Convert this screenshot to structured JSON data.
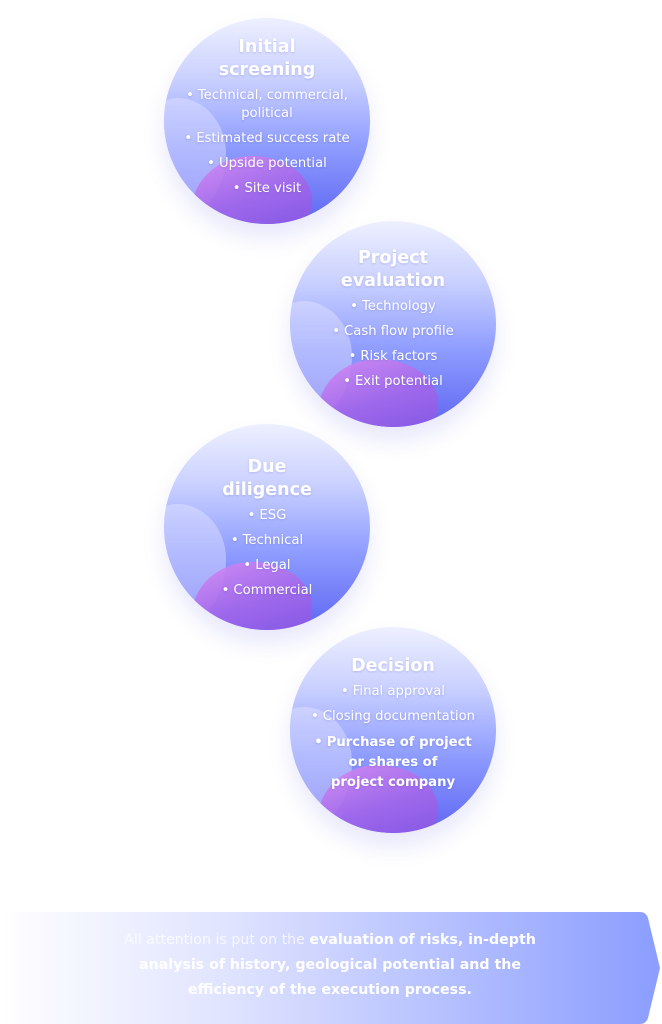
{
  "stages": [
    {
      "title_lines": [
        "Initial",
        "screening"
      ],
      "items": [
        "Technical, commercial,",
        "political",
        "Estimated success rate",
        "Upside potential",
        "Site visit"
      ]
    },
    {
      "title_lines": [
        "Project",
        "evaluation"
      ],
      "items": [
        "Technology",
        "Cash flow profile",
        "Risk factors",
        "Exit potential"
      ]
    },
    {
      "title_lines": [
        "Due",
        "diligence"
      ],
      "items": [
        "ESG",
        "Technical",
        "Legal",
        "Commercial"
      ]
    },
    {
      "title_lines": [
        "Decision"
      ],
      "items": [
        "Final approval",
        "Closing documentation"
      ],
      "bold_item_lines": [
        "Purchase of project",
        "or shares of",
        "project company"
      ]
    }
  ],
  "banner": {
    "plain": "All attention is put on the ",
    "bold_line1": "evaluation of risks, in-depth",
    "bold_line2": "analysis of history, geological potential and the",
    "bold_line3": "efficiency of the execution process."
  },
  "colors": {
    "circle_top": "#eef0ff",
    "circle_bottom": "#5f66f2",
    "accent_purple": "#a467ea",
    "banner_end": "#8b9dff"
  }
}
